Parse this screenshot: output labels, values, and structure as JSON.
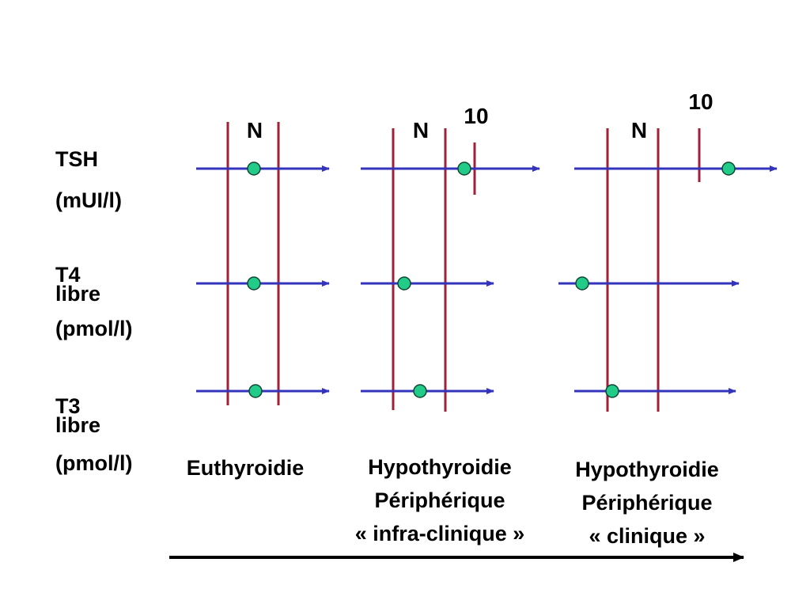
{
  "rows": [
    {
      "line1": "TSH",
      "line2": "",
      "unit": "(mUI/l)"
    },
    {
      "line1": "T4",
      "line2": "libre",
      "unit": "(pmol/l)"
    },
    {
      "line1": "T3",
      "line2": "libre",
      "unit": "(pmol/l)"
    }
  ],
  "columns": [
    {
      "title": [
        "Euthyroidie"
      ],
      "normal_label": "N",
      "threshold_label": ""
    },
    {
      "title": [
        "Hypothyroidie",
        "Périphérique",
        "« infra-clinique »"
      ],
      "normal_label": "N",
      "threshold_label": "10"
    },
    {
      "title": [
        "Hypothyroidie",
        "Périphérique",
        "« clinique »"
      ],
      "normal_label": "N",
      "threshold_label": "10"
    }
  ],
  "levels": [
    [
      "within-normal",
      "within-normal",
      "within-normal"
    ],
    [
      "above-normal-below-threshold",
      "low-normal",
      "within-normal"
    ],
    [
      "above-threshold",
      "below-normal",
      "low-normal"
    ]
  ],
  "colors": {
    "arrow": "#3333bb",
    "normal_bounds": "#a0203a",
    "marker_fill": "#22cc88",
    "marker_stroke": "#114433",
    "progression_arrow": "#000000"
  }
}
